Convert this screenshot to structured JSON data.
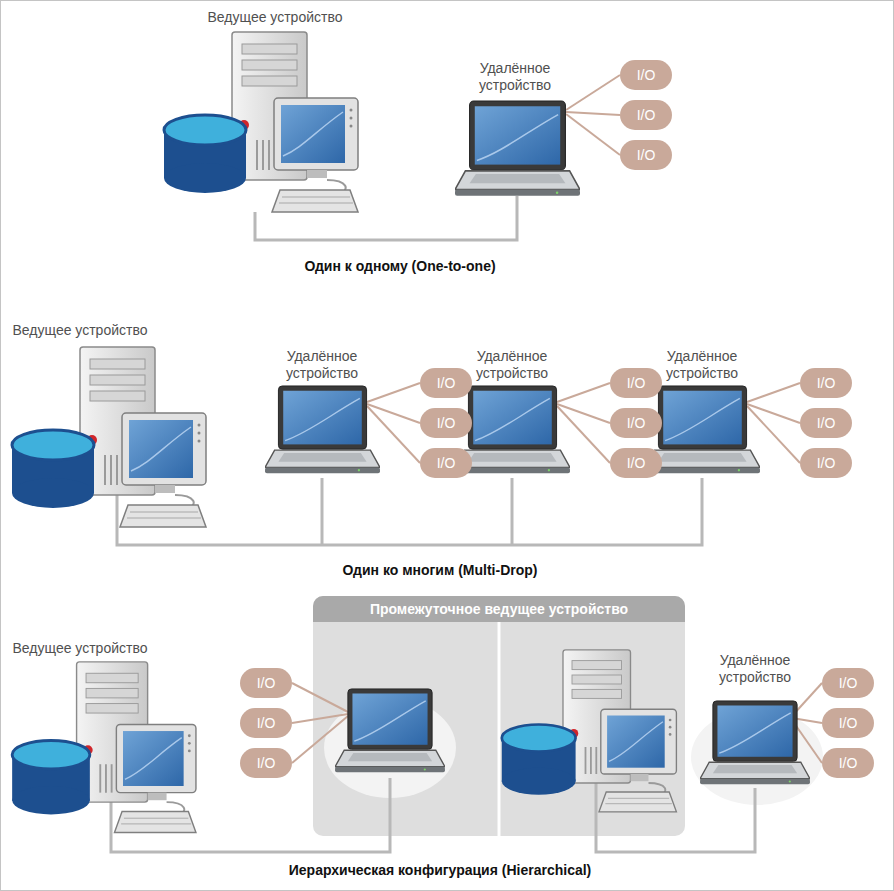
{
  "diagram": {
    "nodes": [
      {
        "text": [
          "I/O"
        ]
      },
      {
        "text": [
          "I/O"
        ]
      },
      {
        "text": [
          "I/O"
        ]
      },
      {
        "text": [
          "I/O"
        ]
      },
      {
        "text": [
          "I/O"
        ]
      },
      {
        "text": [
          "I/O"
        ]
      },
      {
        "text": [
          "I/O"
        ]
      },
      {
        "text": [
          "I/O"
        ]
      },
      {
        "text": [
          "I/O"
        ]
      },
      {
        "text": [
          "I/O"
        ]
      },
      {
        "text": [
          "I/O"
        ]
      },
      {
        "text": [
          "I/O"
        ]
      },
      {
        "text": [
          "I/O"
        ]
      },
      {
        "text": [
          "I/O"
        ]
      },
      {
        "text": [
          "I/O"
        ]
      },
      {
        "text": [
          "Промежуточное ведущее устройство"
        ]
      },
      {
        "text": [
          "I/O"
        ]
      },
      {
        "text": [
          "I/O"
        ]
      },
      {
        "text": [
          "I/O"
        ]
      }
    ],
    "labels": [
      "Ведущее устройство",
      "Удалённое устройство",
      "Один к одному (One-to-one)",
      "Ведущее устройство",
      "Удалённое устройство",
      "Удалённое устройство",
      "Удалённое устройство",
      "Один ко многим (Multi-Drop)",
      "Ведущее устройство",
      "Удалённое устройство",
      "Иерархическая конфигурация (Hierarchical)"
    ]
  }
}
